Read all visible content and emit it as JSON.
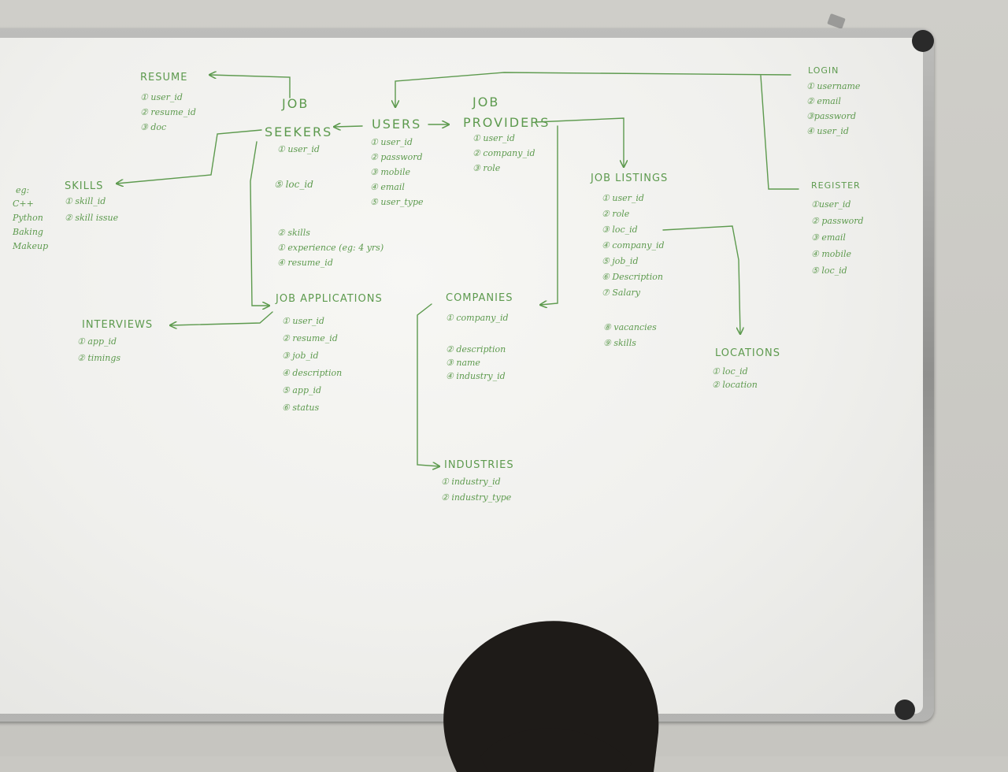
{
  "board": {
    "resume": {
      "title": "RESUME",
      "fields": [
        "① user_id",
        "② resume_id",
        "③ doc"
      ]
    },
    "job_seekers": {
      "title_line1": "JOB",
      "title_line2": "SEEKERS",
      "fields_top": [
        "① user_id"
      ],
      "field_loc": "⑤ loc_id",
      "fields_bottom": [
        "② skills",
        "① experience (eg: 4 yrs)",
        "④ resume_id"
      ]
    },
    "users": {
      "title": "USERS",
      "fields": [
        "① user_id",
        "② password",
        "③ mobile",
        "④ email",
        "⑤ user_type"
      ]
    },
    "job_providers": {
      "title_line1": "JOB",
      "title_line2": "PROVIDERS",
      "fields": [
        "① user_id",
        "② company_id",
        "③ role"
      ]
    },
    "login": {
      "title": "LOGIN",
      "fields": [
        "① username",
        "② email",
        "③password",
        "④ user_id"
      ]
    },
    "register": {
      "title": "REGISTER",
      "fields": [
        "①user_id",
        "② password",
        "③ email",
        "④ mobile",
        "⑤ loc_id"
      ]
    },
    "skills": {
      "title": "SKILLS",
      "fields": [
        "① skill_id",
        "② skill issue"
      ]
    },
    "examples": {
      "label": "eg:",
      "items": [
        "C++",
        "Python",
        "Baking",
        "Makeup"
      ]
    },
    "job_listings": {
      "title": "JOB LISTINGS",
      "fields": [
        "① user_id",
        "② role",
        "③ loc_id",
        "④ company_id",
        "⑤ job_id",
        "⑥ Description",
        "⑦ Salary"
      ],
      "fields_extra": [
        "⑧ vacancies",
        "⑨ skills"
      ]
    },
    "job_applications": {
      "title": "JOB APPLICATIONS",
      "fields": [
        "① user_id",
        "② resume_id",
        "③ job_id",
        "④ description",
        "⑤ app_id",
        "⑥ status"
      ]
    },
    "interviews": {
      "title": "INTERVIEWS",
      "fields": [
        "① app_id",
        "② timings"
      ]
    },
    "companies": {
      "title": "COMPANIES",
      "field_first": "① company_id",
      "fields": [
        "② description",
        "③ name",
        "④ industry_id"
      ]
    },
    "locations": {
      "title": "LOCATIONS",
      "fields": [
        "① loc_id",
        "② location"
      ]
    },
    "industries": {
      "title": "INDUSTRIES",
      "fields": [
        "① industry_id",
        "② industry_type"
      ]
    }
  },
  "colors": {
    "marker": "#5d9a4e",
    "board": "#f2f2ef",
    "frame": "#a8a8a6",
    "wall": "#c9c8c3",
    "hair": "#1e1b18",
    "skin": "#c48a6e"
  }
}
